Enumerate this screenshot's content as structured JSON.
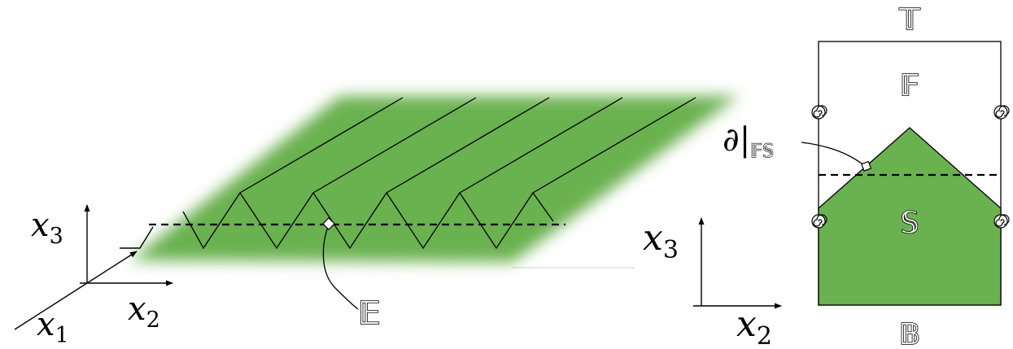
{
  "left": {
    "axis": {
      "x1": {
        "base": "x",
        "sub": "1"
      },
      "x2": {
        "base": "x",
        "sub": "2"
      },
      "x3": {
        "base": "x",
        "sub": "3"
      }
    },
    "interface_label": "E"
  },
  "right": {
    "axis": {
      "x2": {
        "base": "x",
        "sub": "2"
      },
      "x3": {
        "base": "x",
        "sub": "3"
      }
    },
    "top_label": "T",
    "fluid_label": "F",
    "solid_label": "S",
    "bottom_label": "B",
    "boundary_label": {
      "sym": "∂",
      "bar": "|",
      "sub": "FS"
    }
  },
  "colors": {
    "solid": "#6ab150",
    "line": "#000000",
    "background": "#ffffff"
  }
}
